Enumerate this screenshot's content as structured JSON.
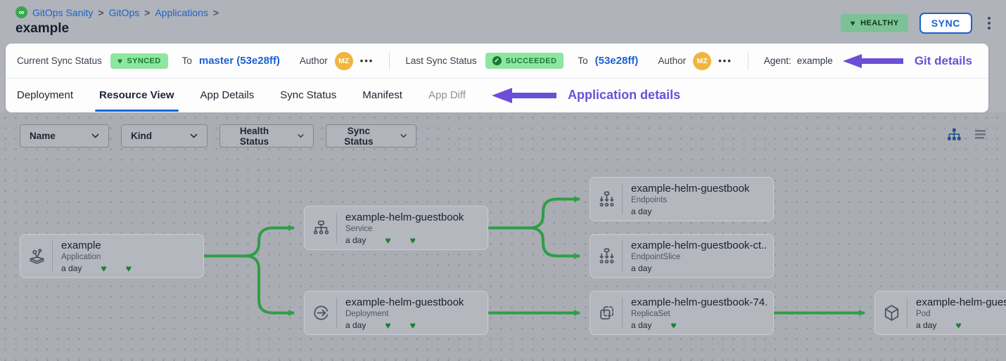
{
  "colors": {
    "accent_blue": "#1b62cf",
    "healthy_green": "#7cc296",
    "badge_green": "#8fe6a0",
    "badge_text_green": "#187a33",
    "connector_green": "#2f9e44",
    "heart_green": "#1c7e33",
    "purple": "#6c4fd6",
    "avatar_orange": "#f2b43d"
  },
  "breadcrumb": {
    "items": [
      "GitOps Sanity",
      "GitOps",
      "Applications"
    ],
    "separator": ">",
    "logo_glyph": "∞"
  },
  "page_title": "example",
  "header_actions": {
    "health_badge": "HEALTHY",
    "sync_button": "SYNC"
  },
  "status_bar": {
    "current": {
      "label": "Current Sync Status",
      "badge": "SYNCED",
      "to": "To",
      "revision": "master (53e28ff)",
      "author": "Author",
      "avatar": "MZ",
      "more": "•••"
    },
    "last": {
      "label": "Last Sync Status",
      "badge": "SUCCEEDED",
      "to": "To",
      "revision": "(53e28ff)",
      "author": "Author",
      "avatar": "MZ",
      "more": "•••"
    },
    "agent_label": "Agent:",
    "agent_value": "example",
    "annotation": "Git details"
  },
  "tabs": {
    "items": [
      "Deployment",
      "Resource View",
      "App Details",
      "Sync Status",
      "Manifest",
      "App Diff"
    ],
    "active": "Resource View",
    "annotation": "Application details"
  },
  "filters": {
    "dropdowns": [
      "Name",
      "Kind",
      "Health Status",
      "Sync Status"
    ]
  },
  "tree": {
    "nodes": [
      {
        "title": "example",
        "kind": "Application",
        "age": "a day",
        "hearts": 2,
        "icon": "application-icon"
      },
      {
        "title": "example-helm-guestbook",
        "kind": "Service",
        "age": "a day",
        "hearts": 2,
        "icon": "service-icon"
      },
      {
        "title": "example-helm-guestbook",
        "kind": "Deployment",
        "age": "a day",
        "hearts": 2,
        "icon": "deployment-icon"
      },
      {
        "title": "example-helm-guestbook",
        "kind": "Endpoints",
        "age": "a day",
        "hearts": 0,
        "icon": "endpoints-icon"
      },
      {
        "title": "example-helm-guestbook-ct...",
        "kind": "EndpointSlice",
        "age": "a day",
        "hearts": 0,
        "icon": "endpointslice-icon"
      },
      {
        "title": "example-helm-guestbook-74...",
        "kind": "ReplicaSet",
        "age": "a day",
        "hearts": 1,
        "icon": "replicaset-icon"
      },
      {
        "title": "example-helm-guest",
        "kind": "Pod",
        "age": "a day",
        "hearts": 1,
        "icon": "pod-icon"
      }
    ]
  }
}
